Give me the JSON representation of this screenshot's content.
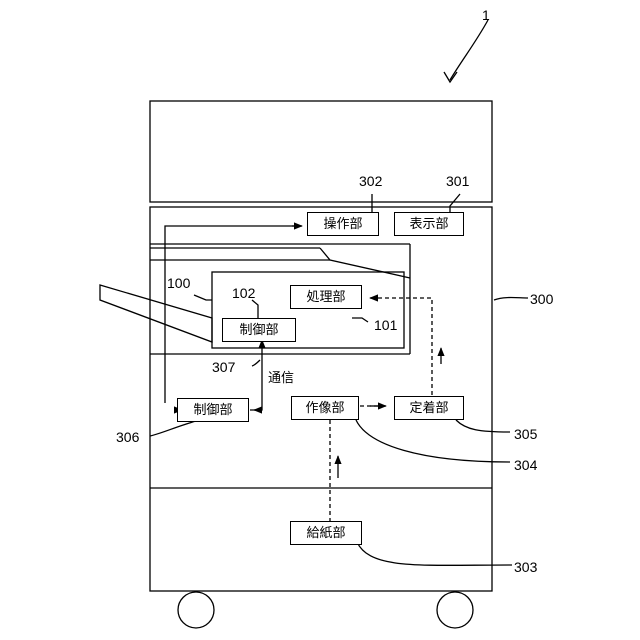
{
  "labels": {
    "device": "1",
    "body": "300",
    "display": "301",
    "operation": "302",
    "paper_feed": "303",
    "image_forming": "304",
    "fixing": "305",
    "main_control": "306",
    "communication": "307",
    "module": "100",
    "processing": "101",
    "module_control": "102"
  },
  "blocks": {
    "operation": "操作部",
    "display": "表示部",
    "processing": "処理部",
    "module_control": "制御部",
    "main_control": "制御部",
    "image_forming": "作像部",
    "fixing": "定着部",
    "paper_feed": "給紙部"
  },
  "comm_text": "通信"
}
